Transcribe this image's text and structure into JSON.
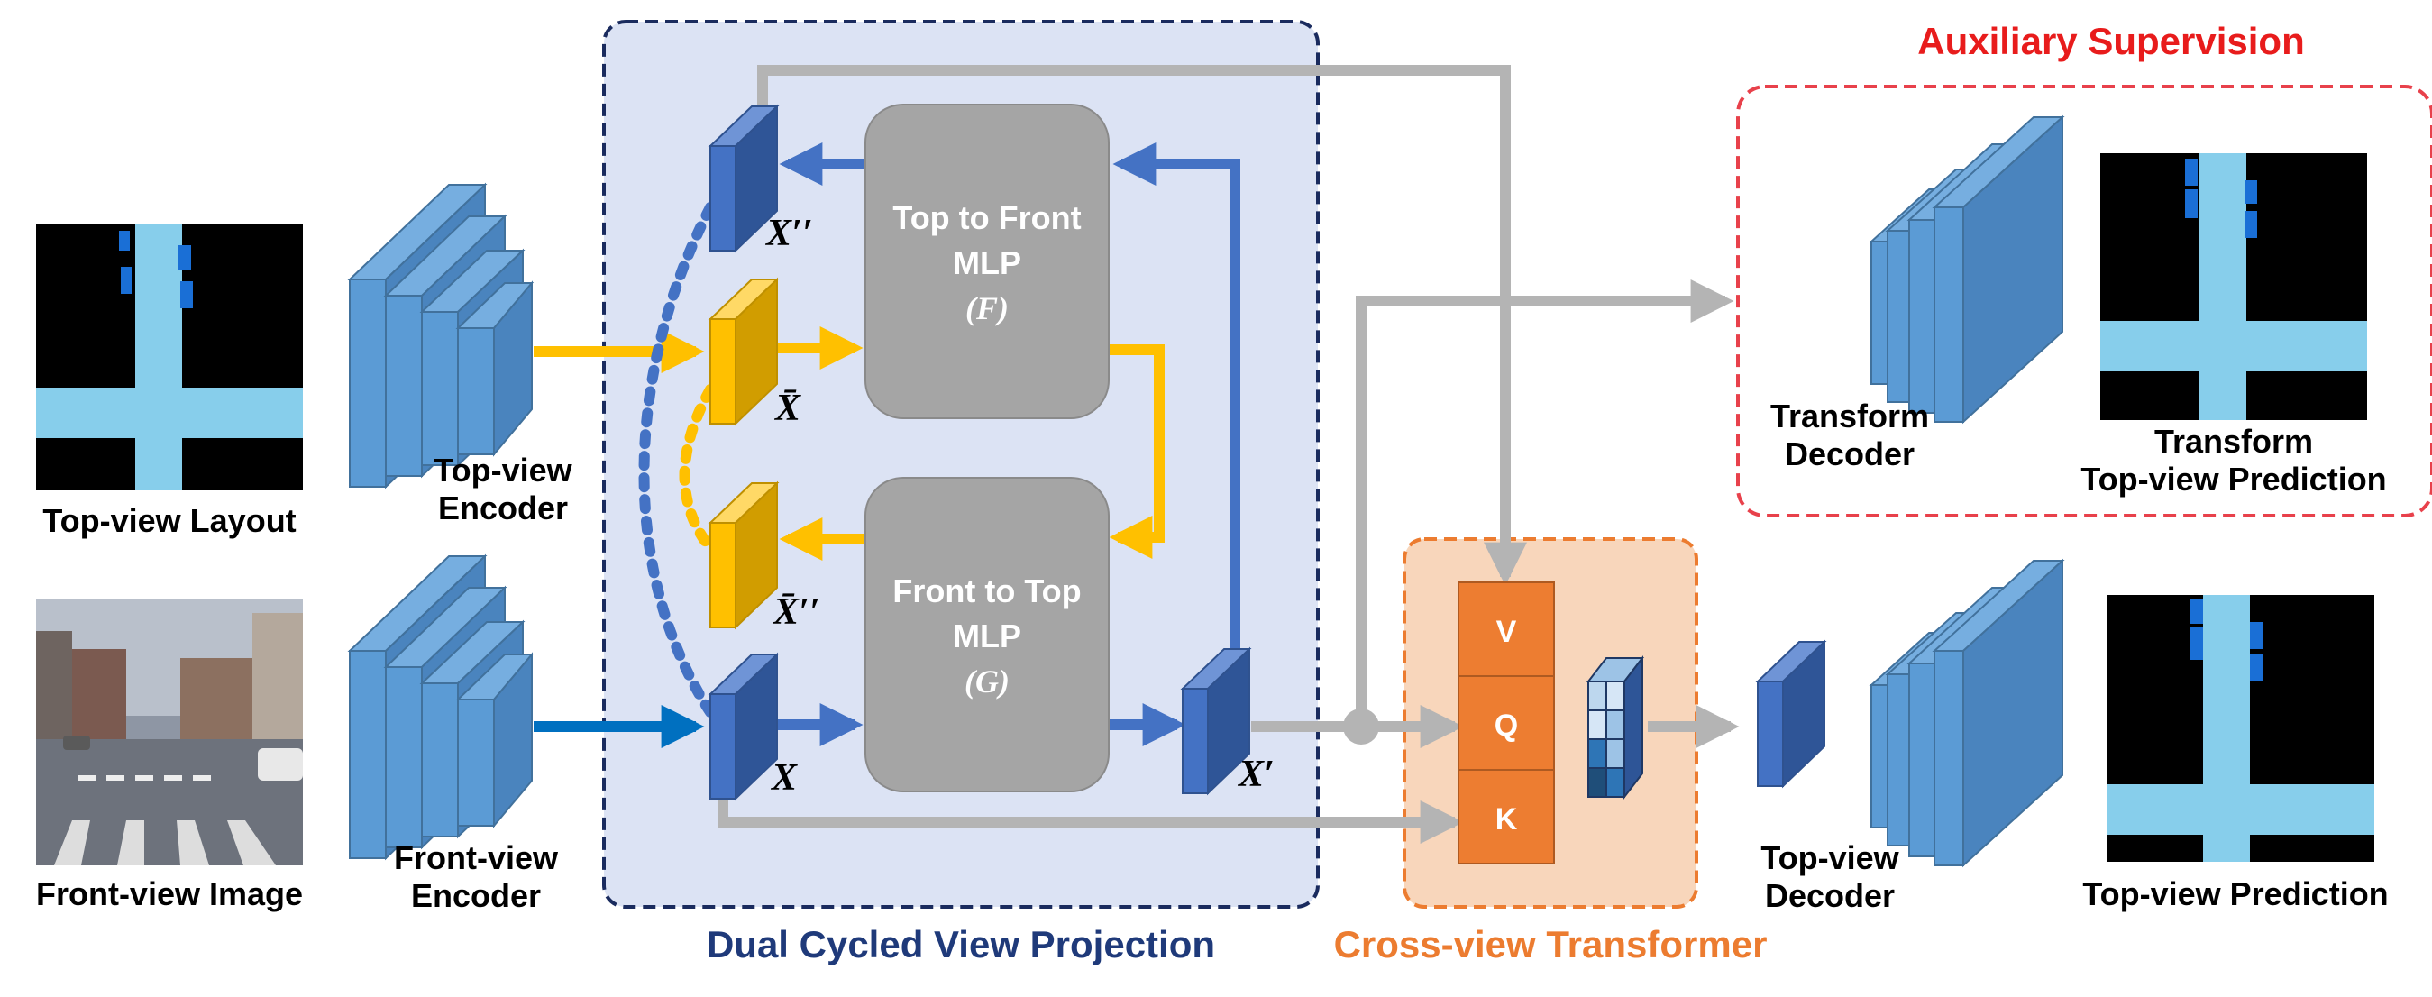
{
  "inputs": {
    "top_view_layout": "Top-view Layout",
    "front_view_image": "Front-view Image"
  },
  "encoders": {
    "top_view_line1": "Top-view",
    "top_view_line2": "Encoder",
    "front_view_line1": "Front-view",
    "front_view_line2": "Encoder"
  },
  "projection": {
    "title": "Dual Cycled View Projection",
    "mlp_top_line1": "Top to Front",
    "mlp_top_line2": "MLP",
    "mlp_top_symbol": "(F)",
    "mlp_bottom_line1": "Front to Top",
    "mlp_bottom_line2": "MLP",
    "mlp_bottom_symbol": "(G)",
    "x": "X",
    "x_prime": "X′",
    "x_double_prime": "X′′",
    "x_bar": "X̄",
    "x_bar_double_prime": "X̄′′"
  },
  "transformer": {
    "title": "Cross-view Transformer",
    "v": "V",
    "q": "Q",
    "k": "K"
  },
  "auxiliary": {
    "title": "Auxiliary Supervision",
    "decoder_line1": "Transform",
    "decoder_line2": "Decoder",
    "prediction_line1": "Transform",
    "prediction_line2": "Top-view Prediction"
  },
  "output": {
    "decoder_line1": "Top-view",
    "decoder_line2": "Decoder",
    "prediction": "Top-view Prediction"
  },
  "colors": {
    "projection_bg": "#dce3f4",
    "projection_border": "#1a2b5e",
    "transformer_bg": "#f8d6bb",
    "transformer_border": "#ec7c30",
    "auxiliary_border": "#e8414b",
    "auxiliary_title": "#e81c1c",
    "transformer_title": "#ec7c30",
    "projection_title": "#1f3a7a",
    "feature_blue": "#4472c4",
    "feature_yellow": "#ffc000",
    "encoder_blue": "#5b9bd5",
    "mlp_gray": "#a5a5a5",
    "arrow_gray": "#b4b4b4",
    "road": "#87ceeb"
  }
}
